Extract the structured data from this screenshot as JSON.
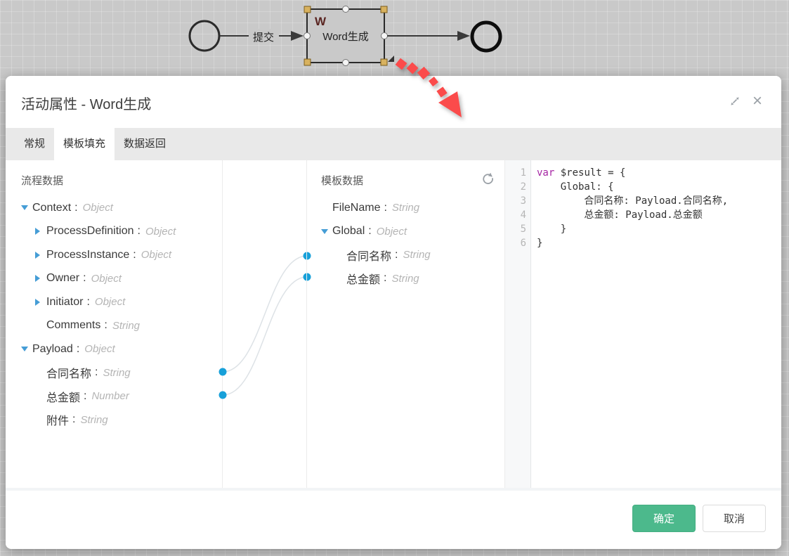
{
  "diagram": {
    "flow_label": "提交",
    "task_name": "Word生成",
    "task_badge": "W"
  },
  "dialog": {
    "title": "活动属性 - Word生成",
    "close_icon_char": "×",
    "tabs": [
      {
        "label": "常规"
      },
      {
        "label": "模板填充"
      },
      {
        "label": "数据返回"
      }
    ],
    "ok_label": "确定",
    "cancel_label": "取消"
  },
  "sep": ":",
  "process_panel": {
    "header": "流程数据",
    "items": [
      {
        "name": "Context",
        "type": "Object"
      },
      {
        "name": "ProcessDefinition",
        "type": "Object"
      },
      {
        "name": "ProcessInstance",
        "type": "Object"
      },
      {
        "name": "Owner",
        "type": "Object"
      },
      {
        "name": "Initiator",
        "type": "Object"
      },
      {
        "name": "Comments",
        "type": "String"
      },
      {
        "name": "Payload",
        "type": "Object"
      },
      {
        "name": "合同名称",
        "type": "String"
      },
      {
        "name": "总金额",
        "type": "Number"
      },
      {
        "name": "附件",
        "type": "String"
      }
    ]
  },
  "template_panel": {
    "header": "模板数据",
    "items": [
      {
        "name": "FileName",
        "type": "String"
      },
      {
        "name": "Global",
        "type": "Object"
      },
      {
        "name": "合同名称",
        "type": "String"
      },
      {
        "name": "总金额",
        "type": "String"
      }
    ]
  },
  "code_editor": {
    "lines": [
      {
        "no": "1",
        "keyword": "var",
        "code": " $result = {"
      },
      {
        "no": "2",
        "code": "    Global: {"
      },
      {
        "no": "3",
        "code": "        合同名称: Payload.合同名称,"
      },
      {
        "no": "4",
        "code": "        总金额: Payload.总金额"
      },
      {
        "no": "5",
        "code": "    }"
      },
      {
        "no": "6",
        "code": "}"
      }
    ]
  },
  "colors": {
    "accent_green": "#4cb98c",
    "port_blue": "#17a0d9",
    "expander_blue": "#459dd6",
    "annotation_red": "#fb4b4b",
    "keyword_purple": "#a626a4"
  }
}
